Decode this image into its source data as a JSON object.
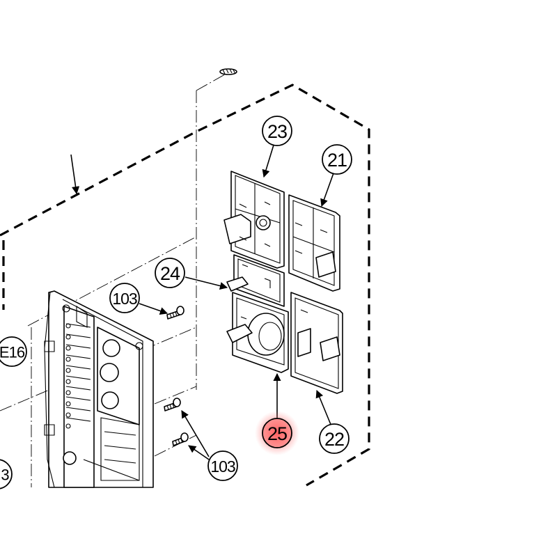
{
  "diagram": {
    "callouts": {
      "c23": "23",
      "c21": "21",
      "c24": "24",
      "c103a": "103",
      "c103b": "103",
      "c25": "25",
      "c22": "22",
      "cE16": "E16",
      "c3": "3"
    },
    "highlight_color": "#ff3b3b"
  }
}
